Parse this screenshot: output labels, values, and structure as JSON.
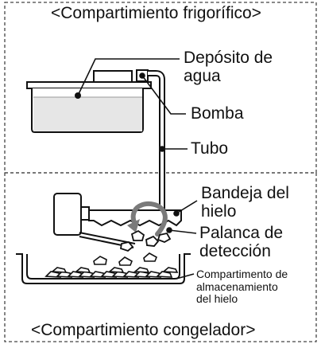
{
  "diagram": {
    "top_section_title": "<Compartimiento frigorífico>",
    "bottom_section_title": "<Compartimiento congelador>",
    "labels": {
      "water_tank": [
        "Depósito de",
        "agua"
      ],
      "pump": "Bomba",
      "tube": "Tubo",
      "ice_tray": [
        "Bandeja del",
        "hielo"
      ],
      "detection_lever": [
        "Palanca de",
        "detección"
      ],
      "ice_storage": [
        "Compartimento de",
        "almacenamiento",
        "del hielo"
      ]
    }
  }
}
